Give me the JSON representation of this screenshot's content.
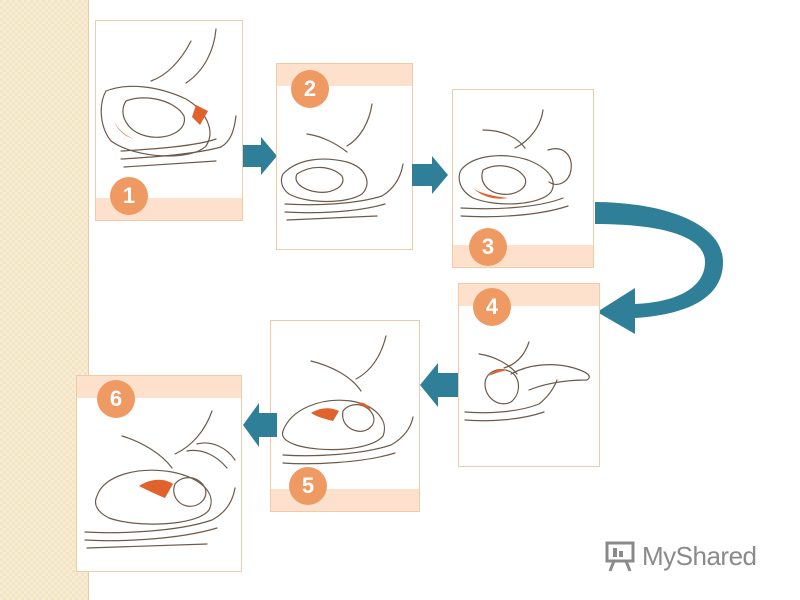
{
  "steps": [
    {
      "number": "1"
    },
    {
      "number": "2"
    },
    {
      "number": "3"
    },
    {
      "number": "4"
    },
    {
      "number": "5"
    },
    {
      "number": "6"
    }
  ],
  "colors": {
    "badge": "#ee9a62",
    "band": "#fde1cc",
    "arrow": "#2f7f98",
    "strip": "#f3e4c2",
    "uterus_highlight": "#e0622c"
  },
  "logo": {
    "text": "MyShared",
    "icon": "presentation-board-icon"
  }
}
